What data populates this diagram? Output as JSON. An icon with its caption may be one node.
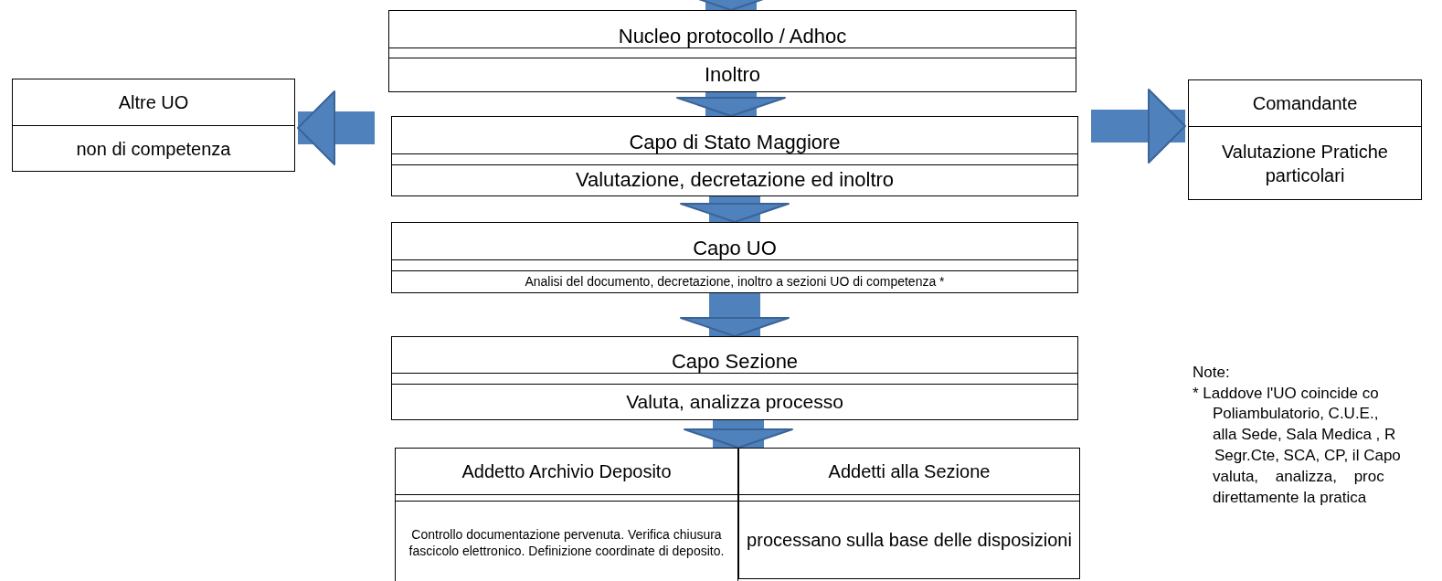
{
  "diagram": {
    "nodes": [
      {
        "text": [
          "Nucleo protocollo / Adhoc",
          "Inoltro"
        ]
      },
      {
        "text": [
          "Altre UO",
          "non di competenza"
        ]
      },
      {
        "text": [
          "Capo di Stato Maggiore",
          "Valutazione, decretazione ed inoltro"
        ]
      },
      {
        "text": [
          "Comandante",
          "Valutazione Pratiche particolari"
        ]
      },
      {
        "text": [
          "Capo UO",
          "Analisi del documento, decretazione, inoltro a sezioni UO di competenza *"
        ]
      },
      {
        "text": [
          "Capo Sezione",
          "Valuta, analizza processo"
        ]
      },
      {
        "text": [
          "Addetto Archivio Deposito",
          "Controllo documentazione pervenuta. Verifica chiusura fascicolo elettronico. Definizione coordinate di deposito."
        ]
      },
      {
        "text": [
          "Addetti alla Sezione",
          "processano sulla base delle disposizioni"
        ]
      }
    ],
    "edges": [
      {
        "from": null,
        "to": 0,
        "arrow": "to"
      },
      {
        "from": 0,
        "to": 2,
        "arrow": "to"
      },
      {
        "from": 2,
        "to": 1,
        "arrow": "to"
      },
      {
        "from": 2,
        "to": 3,
        "arrow": "to"
      },
      {
        "from": 2,
        "to": 4,
        "arrow": "to"
      },
      {
        "from": 4,
        "to": 5,
        "arrow": "to"
      },
      {
        "from": 5,
        "to": 6,
        "arrow": "to"
      },
      {
        "from": 5,
        "to": 7,
        "arrow": "to"
      }
    ],
    "labels": [
      "Note:",
      "* Laddove l'UO coincide co",
      "Poliambulatorio, C.U.E.,",
      "alla Sede, Sala Medica , R",
      "Segr.Cte, SCA, CP, il Capo",
      "valuta, analizza, proc",
      "direttamente la pratica"
    ]
  }
}
